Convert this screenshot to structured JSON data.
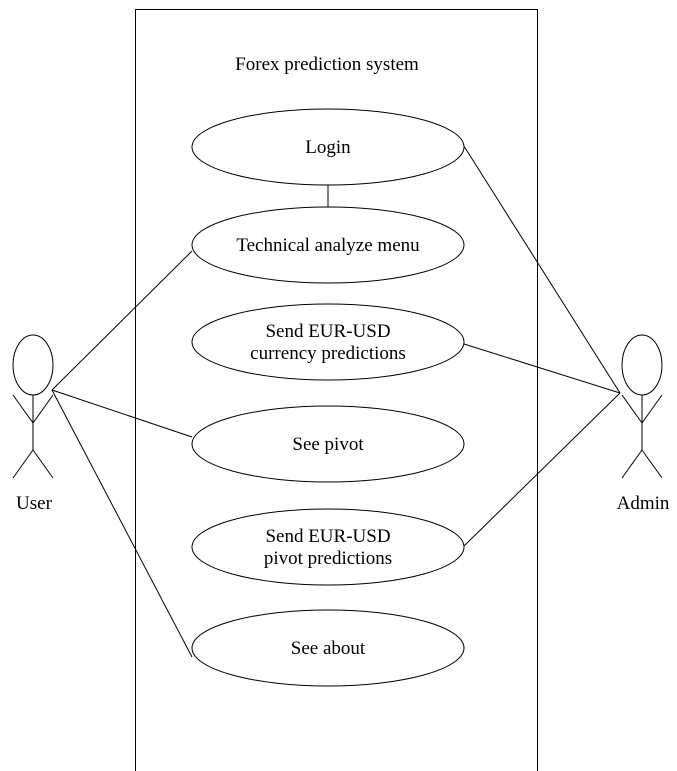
{
  "system": {
    "title": "Forex prediction system"
  },
  "actors": [
    {
      "id": "user",
      "label": "User"
    },
    {
      "id": "admin",
      "label": "Admin"
    }
  ],
  "use_cases": [
    {
      "id": "login",
      "lines": [
        "Login"
      ]
    },
    {
      "id": "technical-analyze-menu",
      "lines": [
        "Technical analyze menu"
      ]
    },
    {
      "id": "send-currency-predictions",
      "lines": [
        "Send EUR-USD",
        "currency predictions"
      ]
    },
    {
      "id": "see-pivot",
      "lines": [
        "See pivot"
      ]
    },
    {
      "id": "send-pivot-predictions",
      "lines": [
        "Send EUR-USD",
        "pivot predictions"
      ]
    },
    {
      "id": "see-about",
      "lines": [
        "See about"
      ]
    }
  ],
  "associations": [
    {
      "from": "user",
      "to": "technical-analyze-menu"
    },
    {
      "from": "user",
      "to": "see-pivot"
    },
    {
      "from": "user",
      "to": "see-about"
    },
    {
      "from": "admin",
      "to": "login"
    },
    {
      "from": "admin",
      "to": "send-currency-predictions"
    },
    {
      "from": "admin",
      "to": "send-pivot-predictions"
    },
    {
      "from": "login",
      "to": "technical-analyze-menu"
    }
  ],
  "colors": {
    "stroke": "#000000",
    "background": "#ffffff"
  }
}
